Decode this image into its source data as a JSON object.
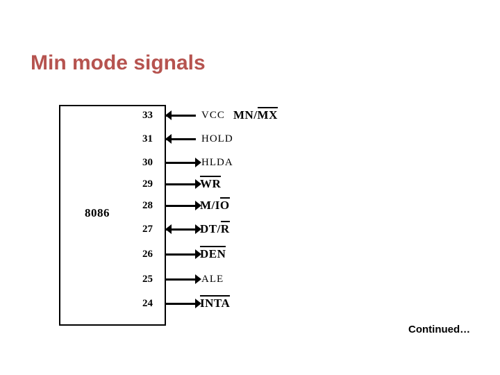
{
  "page": {
    "title": "Min mode signals",
    "title_color": "#b6534f",
    "continued_label": "Continued…",
    "background_color": "#ffffff",
    "line_color": "#000000"
  },
  "chip": {
    "name": "8086"
  },
  "pins": [
    {
      "number": "33",
      "direction": "in",
      "label_plain": "VCC",
      "label_over": "",
      "label2_plain": "MN/",
      "label2_over": "MX"
    },
    {
      "number": "31",
      "direction": "in",
      "label_plain": "HOLD",
      "label_over": ""
    },
    {
      "number": "30",
      "direction": "out",
      "label_plain": "HLDA",
      "label_over": ""
    },
    {
      "number": "29",
      "direction": "out",
      "label_plain": "",
      "label_over": "WR"
    },
    {
      "number": "28",
      "direction": "out",
      "label_plain": "M/I",
      "label_over": "O"
    },
    {
      "number": "27",
      "direction": "bidirectional",
      "label_plain": "DT/",
      "label_over": "R"
    },
    {
      "number": "26",
      "direction": "out",
      "label_plain": "",
      "label_over": "DEN"
    },
    {
      "number": "25",
      "direction": "out",
      "label_plain": "ALE",
      "label_over": ""
    },
    {
      "number": "24",
      "direction": "out",
      "label_plain": "",
      "label_over": "INTA"
    }
  ]
}
